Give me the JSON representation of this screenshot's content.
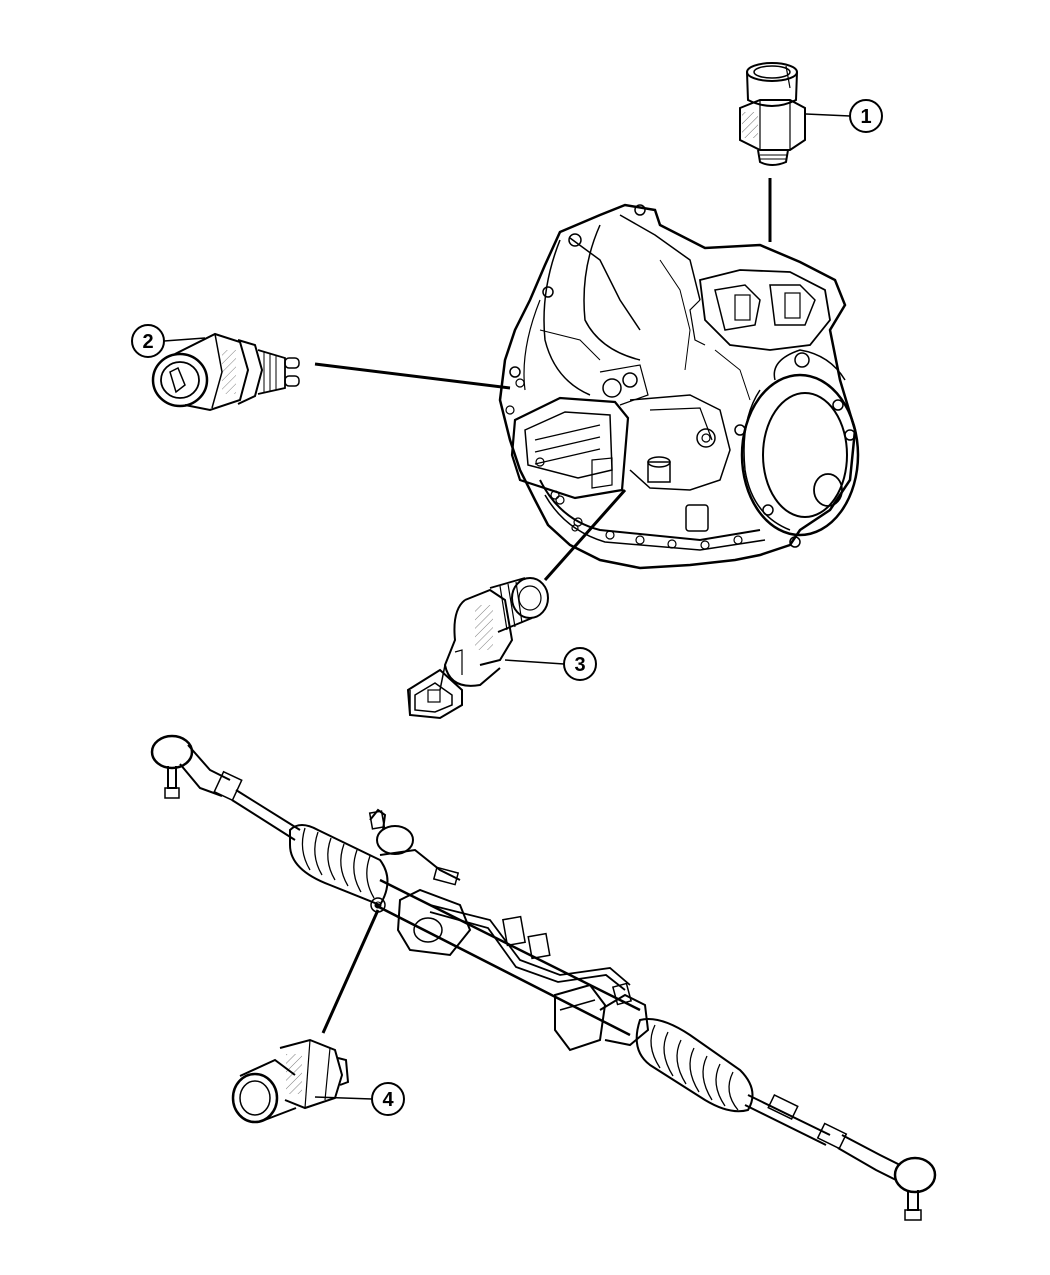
{
  "callouts": [
    {
      "number": "1"
    },
    {
      "number": "2"
    },
    {
      "number": "3"
    },
    {
      "number": "4"
    }
  ]
}
